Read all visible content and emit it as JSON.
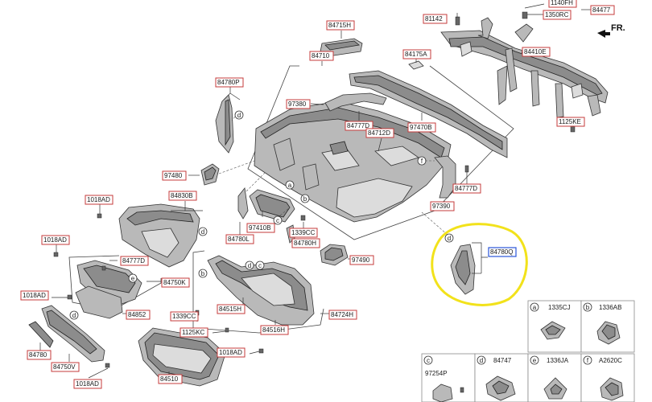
{
  "direction_label": "FR.",
  "highlight_color": "#f2e21b",
  "label_border_color": "#c63b3b",
  "selected_label_color": "#2a55d8",
  "part_labels": [
    {
      "id": "p-84715h",
      "text": "84715H"
    },
    {
      "id": "p-84710",
      "text": "84710"
    },
    {
      "id": "p-84175a",
      "text": "84175A"
    },
    {
      "id": "p-81142",
      "text": "81142"
    },
    {
      "id": "p-1140fh",
      "text": "1140FH"
    },
    {
      "id": "p-1350rc",
      "text": "1350RC"
    },
    {
      "id": "p-84477",
      "text": "84477"
    },
    {
      "id": "p-84410e",
      "text": "84410E"
    },
    {
      "id": "p-1125ke-a",
      "text": "1125KE"
    },
    {
      "id": "p-84780p",
      "text": "84780P"
    },
    {
      "id": "p-97380",
      "text": "97380"
    },
    {
      "id": "p-84777d-a",
      "text": "84777D"
    },
    {
      "id": "p-84712d",
      "text": "84712D"
    },
    {
      "id": "p-97470b",
      "text": "97470B"
    },
    {
      "id": "p-97480",
      "text": "97480"
    },
    {
      "id": "p-84777d-b",
      "text": "84777D"
    },
    {
      "id": "p-1018ad-a",
      "text": "1018AD"
    },
    {
      "id": "p-84830b",
      "text": "84830B"
    },
    {
      "id": "p-97390",
      "text": "97390"
    },
    {
      "id": "p-97410b",
      "text": "97410B"
    },
    {
      "id": "p-1339cc-a",
      "text": "1339CC"
    },
    {
      "id": "p-84780h",
      "text": "84780H"
    },
    {
      "id": "p-84780l",
      "text": "84780L"
    },
    {
      "id": "p-1018ad-b",
      "text": "1018AD"
    },
    {
      "id": "p-97490",
      "text": "97490"
    },
    {
      "id": "p-84780q",
      "text": "84780Q",
      "selected": true
    },
    {
      "id": "p-84777d-c",
      "text": "84777D"
    },
    {
      "id": "p-84750k",
      "text": "84750K"
    },
    {
      "id": "p-1018ad-c",
      "text": "1018AD"
    },
    {
      "id": "p-84852",
      "text": "84852"
    },
    {
      "id": "p-1339cc-b",
      "text": "1339CC"
    },
    {
      "id": "p-84515h",
      "text": "84515H"
    },
    {
      "id": "p-84724h",
      "text": "84724H"
    },
    {
      "id": "p-1125kc",
      "text": "1125KC"
    },
    {
      "id": "p-84516h",
      "text": "84516H"
    },
    {
      "id": "p-84780",
      "text": "84780"
    },
    {
      "id": "p-84750v",
      "text": "84750V"
    },
    {
      "id": "p-1018ad-d",
      "text": "1018AD"
    },
    {
      "id": "p-84510",
      "text": "84510"
    },
    {
      "id": "p-1018ad-e",
      "text": "1018AD"
    }
  ],
  "callouts": [
    "a",
    "b",
    "c",
    "d",
    "e",
    "f"
  ],
  "legend": [
    {
      "letter": "a",
      "code": "1335CJ"
    },
    {
      "letter": "b",
      "code": "1336AB"
    },
    {
      "letter": "c",
      "code": "97254P"
    },
    {
      "letter": "d",
      "code": "84747"
    },
    {
      "letter": "e",
      "code": "1336JA"
    },
    {
      "letter": "f",
      "code": "A2620C"
    }
  ]
}
